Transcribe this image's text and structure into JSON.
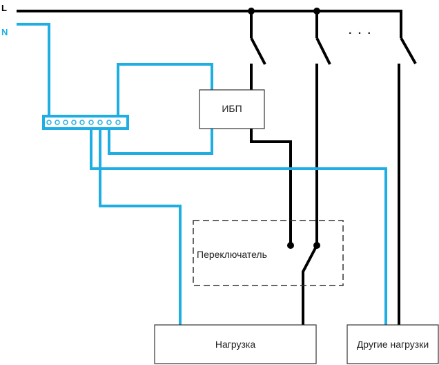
{
  "diagram": {
    "title": "",
    "lines": {
      "phase_label": "L",
      "neutral_label": "N"
    },
    "components": {
      "ups": {
        "label": "ИБП"
      },
      "switcher": {
        "label": "Переключатель"
      },
      "load": {
        "label": "Нагрузка"
      },
      "other_loads": {
        "label": "Другие нагрузки"
      },
      "breakers_ellipsis": "· · ·"
    },
    "terminal_block": {
      "holes": 9
    },
    "colors": {
      "neutral": "#1eaee4",
      "phase": "#000000",
      "box_border": "#333333"
    }
  }
}
